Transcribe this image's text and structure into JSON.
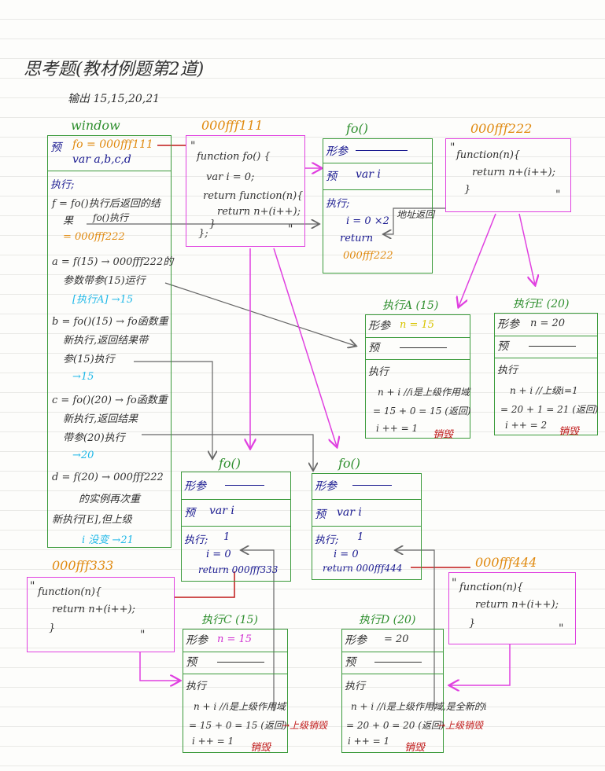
{
  "title": "思考题(教材例题第2道)",
  "output": "输出 15,15,20,21",
  "window": {
    "header": "window",
    "pre_decl_label": "预",
    "pre_decl_fo": "fo = 000fff111",
    "pre_decl_vars": "var a,b,c,d",
    "exec_label": "执行;",
    "f_line1": "f = fo()执行后返回的结",
    "f_line2": "果",
    "f_line2b": "fo()执行",
    "f_line3": "= 000fff222",
    "a_line1": "a = f(15) → 000fff222的",
    "a_line2": "参数带参(15)运行",
    "a_line3": "[执行A] →15",
    "b_line1": "b = fo()(15) → fo函数重",
    "b_line2": "新执行,返回结果带",
    "b_line3": "参(15)执行",
    "b_line4": "→15",
    "c_line1": "c = fo()(20) → fo函数重",
    "c_line2": "新执行,返回结果",
    "c_line3": "带参(20)执行",
    "c_line4": "→20",
    "d_line1": "d = f(20) → 000fff222",
    "d_line2": "的实例再次重",
    "d_line3": "新执行[E],但上级",
    "d_line4": "i 没变 →21"
  },
  "heap111": {
    "addr": "000fff111",
    "q_open": "\"",
    "code1": "function fo() {",
    "code2": "var i = 0;",
    "code3": "return function(n){",
    "code4": "return n+(i++);",
    "code5": "}",
    "code6": "};",
    "q_close": "\""
  },
  "fo_main": {
    "header": "fo()",
    "param_label": "形参",
    "pre_label": "预",
    "pre_var": "var i",
    "exec_label": "执行;",
    "exec1": "i = 0 ×2",
    "exec2": "return",
    "exec3": "000fff222",
    "note": "地址返回"
  },
  "heap222": {
    "addr": "000fff222",
    "q_open": "\"",
    "code1": "function(n){",
    "code2": "return n+(i++);",
    "code3": "}",
    "q_close": "\""
  },
  "execA": {
    "header": "执行A (15)",
    "param_label": "形参",
    "param_val": "n = 15",
    "pre_label": "预",
    "exec_label": "执行",
    "line1": "n + i //i是上级作用域",
    "line2": "= 15 + 0 = 15 (返回)",
    "line3": "i ++ = 1",
    "destroy": "销毁"
  },
  "execE": {
    "header": "执行E (20)",
    "param_label": "形参",
    "param_val": "n = 20",
    "pre_label": "预",
    "exec_label": "执行",
    "line1": "n + i //上级i=1",
    "line2": "= 20 + 1 = 21 (返回)",
    "line3": "i ++ = 2",
    "destroy": "销毁"
  },
  "fo_b": {
    "header": "fo()",
    "param_label": "形参",
    "pre_label": "预",
    "pre_var": "var i",
    "exec_label": "执行;",
    "exec1": "i = 0",
    "exec2": "return 000fff333",
    "exec_mark": "1"
  },
  "fo_c": {
    "header": "fo()",
    "param_label": "形参",
    "pre_label": "预",
    "pre_var": "var i",
    "exec_label": "执行;",
    "exec1": "i = 0",
    "exec2": "return 000fff444",
    "exec_mark": "1"
  },
  "heap333": {
    "addr": "000fff333",
    "q_open": "\"",
    "code1": "function(n){",
    "code2": "return n+(i++);",
    "code3": "}",
    "q_close": "\""
  },
  "heap444": {
    "addr": "000fff444",
    "q_open": "\"",
    "code1": "function(n){",
    "code2": "return n+(i++);",
    "code3": "}",
    "q_close": "\""
  },
  "execC": {
    "header": "执行C (15)",
    "param_label": "形参",
    "param_val": "n = 15",
    "pre_label": "预",
    "exec_label": "执行",
    "line1": "n + i //i是上级作用域",
    "line2": "= 15 + 0 = 15 (返回)",
    "line2b": "→上级销毁",
    "line3": "i ++ = 1",
    "destroy": "销毁"
  },
  "execD": {
    "header": "执行D (20)",
    "param_label": "形参",
    "param_val": "= 20",
    "pre_label": "预",
    "exec_label": "执行",
    "line1": "n + i //i是上级作用域,是全新的i",
    "line2": "= 20 + 0 = 20 (返回)",
    "line2b": "→上级销毁",
    "line3": "i ++ = 1",
    "destroy": "销毁"
  },
  "colors": {
    "green": "#3a9a3a",
    "pink": "#e040e0",
    "orange": "#e08a10",
    "blue": "#1a1a90",
    "cyan": "#1fb8e8",
    "yellow": "#d8c400",
    "red": "#c01818"
  }
}
